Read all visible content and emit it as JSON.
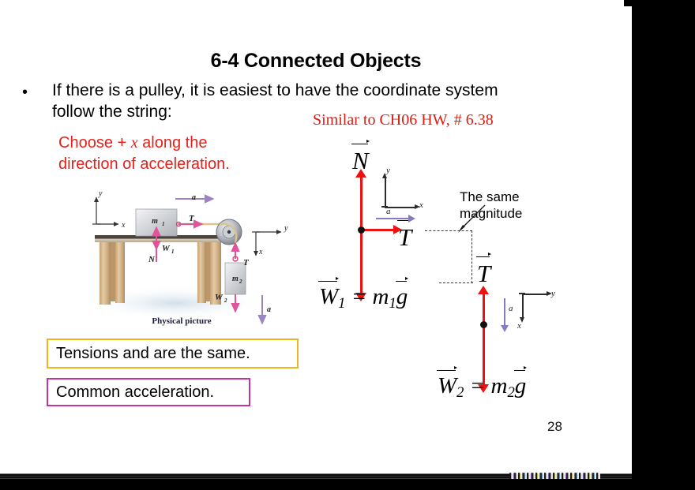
{
  "slide": {
    "title": "6-4 Connected Objects",
    "bullet_marker": "•",
    "bullet_text": "If there is a pulley, it is easiest to have the coordinate system follow the string:",
    "red_note_line1_a": "Choose + ",
    "red_note_line1_italic": "x",
    "red_note_line1_b": " along the",
    "red_note_line2": "direction of acceleration.",
    "hw_note": "Similar to CH06 HW, # 6.38",
    "page_number": "28"
  },
  "callouts": [
    {
      "id": "tensions",
      "text": "Tensions and are the same.",
      "border_color": "#ecb61f"
    },
    {
      "id": "common",
      "text": "Common acceleration.",
      "border_color": "#c5339c"
    }
  ],
  "annotations": {
    "same_magnitude": "The same magnitude"
  },
  "fbd_top": {
    "normal_label": "N",
    "tension_label": "T",
    "weight_equation": {
      "lhs": "W",
      "lhs_sub": "1",
      "eq": "=",
      "mass": "m",
      "mass_sub": "1",
      "grav": "g"
    },
    "axis_y": "y",
    "axis_x": "x",
    "accel_label": "a"
  },
  "fbd_bottom": {
    "tension_label": "T",
    "weight_equation": {
      "lhs": "W",
      "lhs_sub": "2",
      "eq": "=",
      "mass": "m",
      "mass_sub": "2",
      "grav": "g"
    },
    "axis_y": "y",
    "axis_x": "x",
    "accel_label": "a"
  },
  "physical_picture": {
    "caption": "Physical picture",
    "labels": {
      "mass1": "m₁",
      "mass2": "m₂",
      "tension": "T",
      "normal": "N",
      "weight1": "W₁",
      "weight2": "W₂",
      "accel_top": "a",
      "accel_side": "a",
      "axis_y_left": "y",
      "axis_x_left": "x",
      "axis_y_right": "y",
      "axis_x_right": "x"
    }
  },
  "colors": {
    "red_vector": "#ee1111",
    "red_text": "#e8201a",
    "purple_accel": "#8a79c4",
    "pink_force": "#e0559a",
    "gold_border": "#ecb61f",
    "magenta_border": "#c5339c",
    "letterbox": "#000000"
  }
}
